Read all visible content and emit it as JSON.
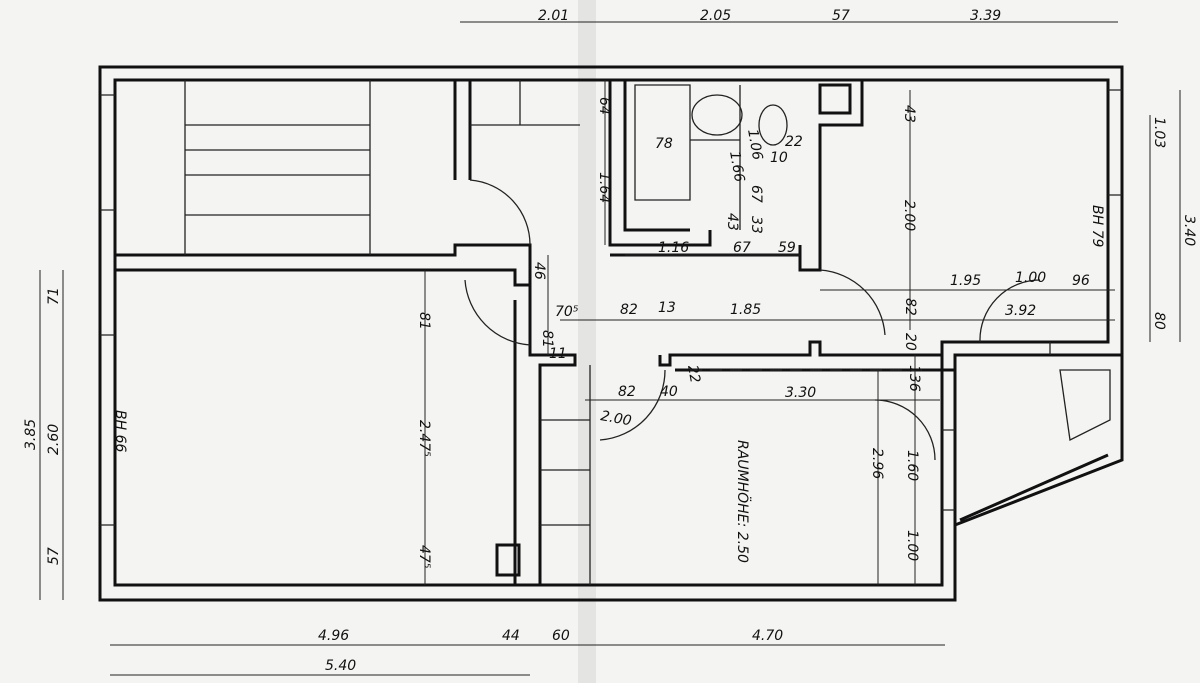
{
  "title": "Floor plan",
  "top_dims": [
    "2.01",
    "2.05",
    "57",
    "3.39"
  ],
  "right_dims": [
    "1.03",
    "3.40",
    "80"
  ],
  "left_dims": [
    "71",
    "3.85",
    "2.60",
    "57"
  ],
  "bottom_dims": [
    "4.96",
    "44",
    "60",
    "4.70",
    "5.40"
  ],
  "bath": {
    "d64": "64",
    "d164": "1.64",
    "d78": "78",
    "d106": "1.06",
    "d166": "1.66",
    "d22": "22",
    "d10": "10",
    "d67v": "67",
    "d43": "43",
    "d33": "33",
    "d116": "1.16",
    "d67": "67",
    "d59": "59"
  },
  "room_ne": {
    "d43": "43",
    "d200": "2.00",
    "window": "BH 79",
    "d195": "1.95",
    "d100": "1.00",
    "d96": "96",
    "d392": "3.92",
    "d82": "82",
    "d20": "20"
  },
  "hall": {
    "d46": "46",
    "d81a": "81",
    "d705": "70⁵",
    "d82": "82",
    "d13": "13",
    "d185": "1.85",
    "d81b": "81",
    "d11": "11"
  },
  "room_se": {
    "d22": "22",
    "d136": "136",
    "d82": "82",
    "d40": "40",
    "d330": "3.30",
    "d200": "2.00",
    "height": "RAUMHÖHE: 2.50",
    "d296": "2.96",
    "d160": "1.60",
    "d100": "1.00"
  },
  "room_w": {
    "window": "BH 66",
    "d2475": "2.47⁵",
    "d475": "47⁵"
  }
}
